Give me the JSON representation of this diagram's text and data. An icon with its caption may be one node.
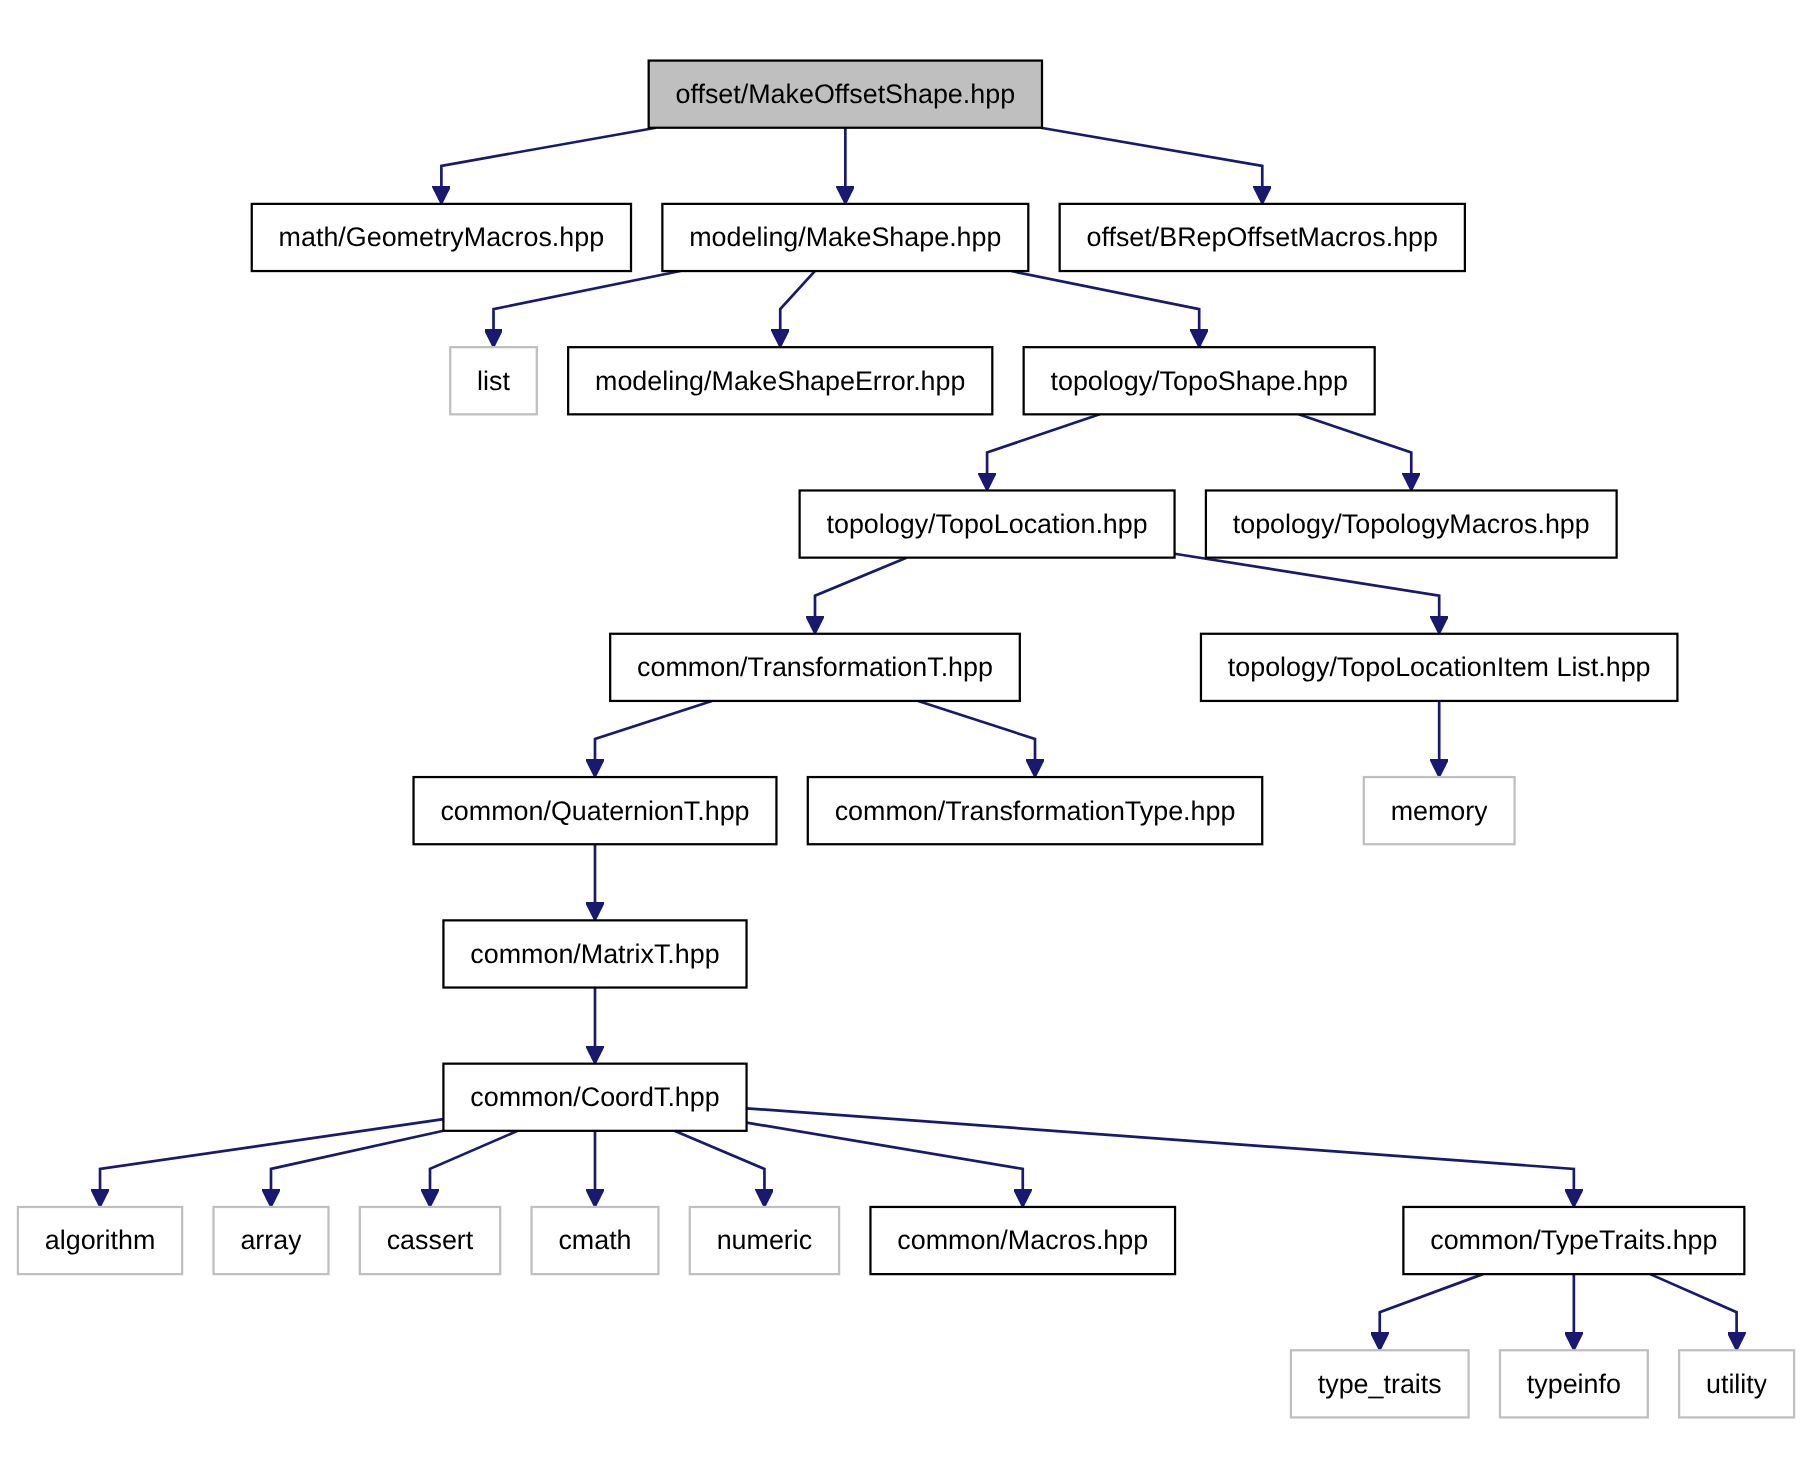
{
  "diagram": {
    "nodes": [
      {
        "text": [
          "offset/MakeOffsetShape.hpp"
        ]
      },
      {
        "text": [
          "math/GeometryMacros.hpp"
        ]
      },
      {
        "text": [
          "modeling/MakeShape.hpp"
        ]
      },
      {
        "text": [
          "offset/BRepOffsetMacros.hpp"
        ]
      },
      {
        "text": [
          "list"
        ]
      },
      {
        "text": [
          "modeling/MakeShapeError.hpp"
        ]
      },
      {
        "text": [
          "topology/TopoShape.hpp"
        ]
      },
      {
        "text": [
          "topology/TopoLocation.hpp"
        ]
      },
      {
        "text": [
          "topology/TopologyMacros.hpp"
        ]
      },
      {
        "text": [
          "common/TransformationT.hpp"
        ]
      },
      {
        "text": [
          "topology/TopoLocationItem List.hpp"
        ]
      },
      {
        "text": [
          "common/QuaternionT.hpp"
        ]
      },
      {
        "text": [
          "common/TransformationType.hpp"
        ]
      },
      {
        "text": [
          "memory"
        ]
      },
      {
        "text": [
          "common/MatrixT.hpp"
        ]
      },
      {
        "text": [
          "common/CoordT.hpp"
        ]
      },
      {
        "text": [
          "algorithm"
        ]
      },
      {
        "text": [
          "array"
        ]
      },
      {
        "text": [
          "cassert"
        ]
      },
      {
        "text": [
          "cmath"
        ]
      },
      {
        "text": [
          "numeric"
        ]
      },
      {
        "text": [
          "common/Macros.hpp"
        ]
      },
      {
        "text": [
          "common/TypeTraits.hpp"
        ]
      },
      {
        "text": [
          "type_traits"
        ]
      },
      {
        "text": [
          "typeinfo"
        ]
      },
      {
        "text": [
          "utility"
        ]
      }
    ],
    "edges": [
      {
        "from": 0,
        "to": 1,
        "arrow": "to"
      },
      {
        "from": 0,
        "to": 2,
        "arrow": "to"
      },
      {
        "from": 0,
        "to": 3,
        "arrow": "to"
      },
      {
        "from": 2,
        "to": 4,
        "arrow": "to"
      },
      {
        "from": 2,
        "to": 5,
        "arrow": "to"
      },
      {
        "from": 2,
        "to": 6,
        "arrow": "to"
      },
      {
        "from": 6,
        "to": 7,
        "arrow": "to"
      },
      {
        "from": 6,
        "to": 8,
        "arrow": "to"
      },
      {
        "from": 7,
        "to": 9,
        "arrow": "to"
      },
      {
        "from": 7,
        "to": 10,
        "arrow": "to"
      },
      {
        "from": 9,
        "to": 11,
        "arrow": "to"
      },
      {
        "from": 9,
        "to": 12,
        "arrow": "to"
      },
      {
        "from": 10,
        "to": 13,
        "arrow": "to"
      },
      {
        "from": 11,
        "to": 14,
        "arrow": "to"
      },
      {
        "from": 14,
        "to": 15,
        "arrow": "to"
      },
      {
        "from": 15,
        "to": 16,
        "arrow": "to"
      },
      {
        "from": 15,
        "to": 17,
        "arrow": "to"
      },
      {
        "from": 15,
        "to": 18,
        "arrow": "to"
      },
      {
        "from": 15,
        "to": 19,
        "arrow": "to"
      },
      {
        "from": 15,
        "to": 20,
        "arrow": "to"
      },
      {
        "from": 15,
        "to": 21,
        "arrow": "to"
      },
      {
        "from": 15,
        "to": 22,
        "arrow": "to"
      },
      {
        "from": 22,
        "to": 23,
        "arrow": "to"
      },
      {
        "from": 22,
        "to": 24,
        "arrow": "to"
      },
      {
        "from": 22,
        "to": 25,
        "arrow": "to"
      }
    ]
  }
}
